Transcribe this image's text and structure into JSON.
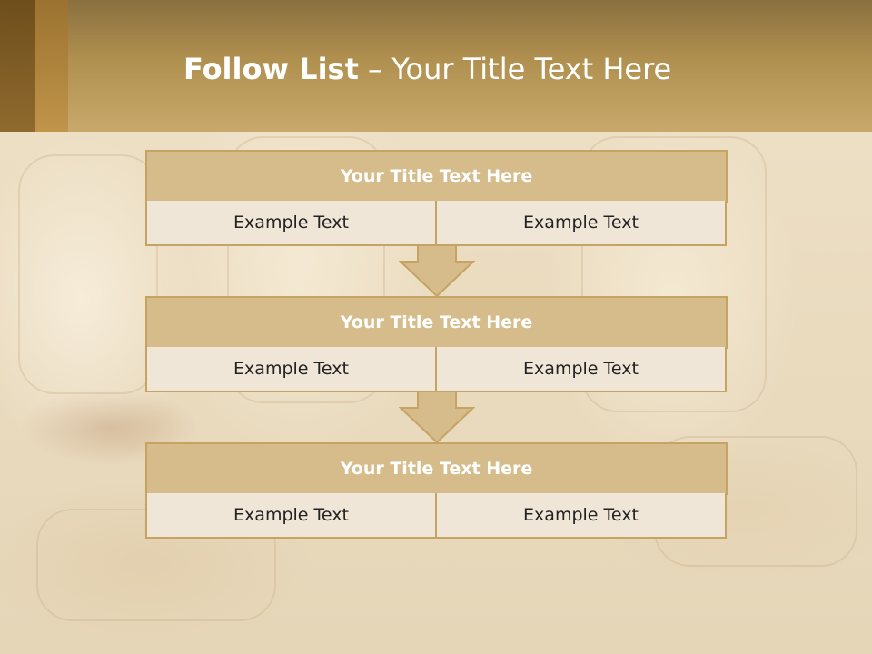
{
  "slide": {
    "title_bold": "Follow List",
    "title_dash": " – ",
    "title_rest": "Your Title Text Here"
  },
  "blocks": [
    {
      "title": "Your Title Text Here",
      "left": "Example Text",
      "right": "Example Text"
    },
    {
      "title": "Your Title Text Here",
      "left": "Example Text",
      "right": "Example Text"
    },
    {
      "title": "Your Title Text Here",
      "left": "Example Text",
      "right": "Example Text"
    }
  ],
  "colors": {
    "header": "#b0904f",
    "block_title": "#d6bc8a",
    "block_border": "#c5a363",
    "cell_bg": "#f0e6d8",
    "arrow_fill": "#d6bc8a"
  }
}
